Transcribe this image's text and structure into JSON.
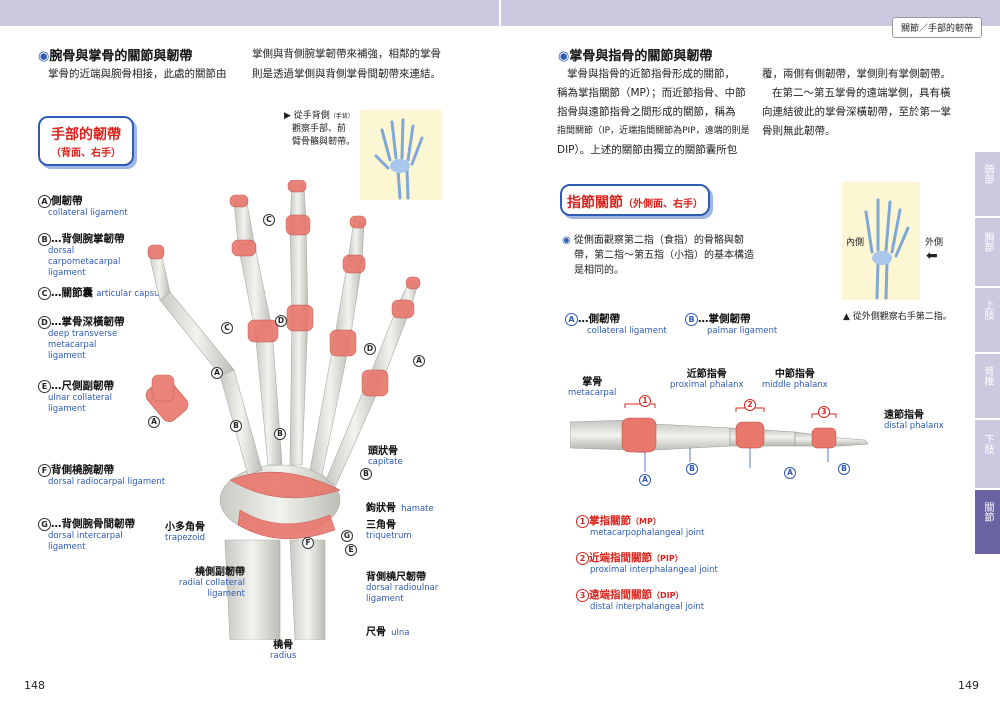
{
  "header": {
    "tab": "關節／手部的韌帶"
  },
  "left": {
    "title": "腕骨與掌骨的關節與韌帶",
    "para1": "掌骨的近端與腕骨相接，此處的關節由",
    "para2_l1": "掌側與背側腕掌韌帶來補強，相鄰的掌骨",
    "para2_l2": "則是透過掌側與背側掌骨間韌帶來連結。",
    "box_main": "手部的韌帶",
    "box_sub": "（背面、右手）",
    "thumb_caption_1": "▶ 從手背側",
    "thumb_caption_1_small": "（手背）",
    "thumb_caption_2": "觀察手部、前",
    "thumb_caption_3": "臂骨骼與韌帶。",
    "ligaments": [
      {
        "letter": "A",
        "zh": "側韌帶",
        "en": "collateral ligament"
      },
      {
        "letter": "B",
        "zh": "…背側腕掌韌帶",
        "en": "dorsal carpometacarpal ligament"
      },
      {
        "letter": "C",
        "zh": "…關節囊",
        "en": "articular capsule"
      },
      {
        "letter": "D",
        "zh": "…掌骨深橫韌帶",
        "en": "deep transverse metacarpal ligament"
      },
      {
        "letter": "E",
        "zh": "…尺側副韌帶",
        "en": "ulnar collateral ligament"
      },
      {
        "letter": "F",
        "zh": "背側橈腕韌帶",
        "en": "dorsal radiocarpal ligament"
      },
      {
        "letter": "G",
        "zh": "…背側腕骨間韌帶",
        "en": "dorsal intercarpal ligament"
      }
    ],
    "labels": {
      "capitate_zh": "頭狀骨",
      "capitate_en": "capitate",
      "hamate_zh": "鉤狀骨",
      "hamate_en": "hamate",
      "triquetrum_zh": "三角骨",
      "triquetrum_en": "triquetrum",
      "trapezoid_zh": "小多角骨",
      "trapezoid_en": "trapezoid",
      "radcol_zh": "橈側副韌帶",
      "radcol_en": "radial collateral ligament",
      "drul_zh": "背側橈尺韌帶",
      "drul_en": "dorsal radioulnar ligament",
      "ulna_zh": "尺骨",
      "ulna_en": "ulna",
      "radius_zh": "橈骨",
      "radius_en": "radius"
    },
    "page_number": "148"
  },
  "right": {
    "title": "掌骨與指骨的關節與韌帶",
    "p1": [
      "掌骨與指骨的近節指骨形成的關節，",
      "稱為掌指關節（MP）；而近節指骨、中節",
      "指骨與遠節指骨之間形成的關節，稱為",
      "指間關節（IP，近端指間關節為PIP，遠端的則是",
      "DIP）。上述的關節由獨立的關節囊所包"
    ],
    "p2": [
      "覆，兩側有側韌帶，掌側則有掌側韌帶。",
      "在第二～第五掌骨的遠端掌側，具有橫",
      "向連結彼此的掌骨深橫韌帶，至於第一掌",
      "骨則無此韌帶。"
    ],
    "box_main": "指節關節",
    "box_sub": "（外側面、右手）",
    "note": [
      "從側面觀察第二指（食指）的骨骼與韌",
      "帶，第二指～第五指（小指）的基本構造",
      "是相同的。"
    ],
    "thumb_inner": "內側",
    "thumb_outer": "外側",
    "thumb_caption": "▲ 從外側觀察右手第二指。",
    "ligA_zh": "…側韌帶",
    "ligA_en": "collateral ligament",
    "ligB_zh": "…掌側韌帶",
    "ligB_en": "palmar ligament",
    "bones": {
      "meta_zh": "掌骨",
      "meta_en": "metacarpal",
      "prox_zh": "近節指骨",
      "prox_en": "proximal phalanx",
      "mid_zh": "中節指骨",
      "mid_en": "middle phalanx",
      "dist_zh": "遠節指骨",
      "dist_en": "distal phalanx"
    },
    "joints": [
      {
        "num": "1",
        "zh": "掌指關節",
        "abbr": "（MP）",
        "en": "metacarpophalangeal joint"
      },
      {
        "num": "2",
        "zh": "近端指間關節",
        "abbr": "（PIP）",
        "en": "proximal interphalangeal joint"
      },
      {
        "num": "3",
        "zh": "遠端指間關節",
        "abbr": "（DIP）",
        "en": "distal interphalangeal joint"
      }
    ],
    "page_number": "149"
  },
  "sidetabs": [
    {
      "label": "頭部",
      "active": false
    },
    {
      "label": "胸部",
      "active": false
    },
    {
      "label": "上肢",
      "active": false
    },
    {
      "label": "背椎",
      "active": false
    },
    {
      "label": "下肢",
      "active": false
    },
    {
      "label": "關節",
      "active": true
    }
  ],
  "colors": {
    "accent_blue": "#2f5bb5",
    "accent_red": "#d9231d",
    "band": "#cbc8df",
    "tab_active": "#6a63a3"
  }
}
